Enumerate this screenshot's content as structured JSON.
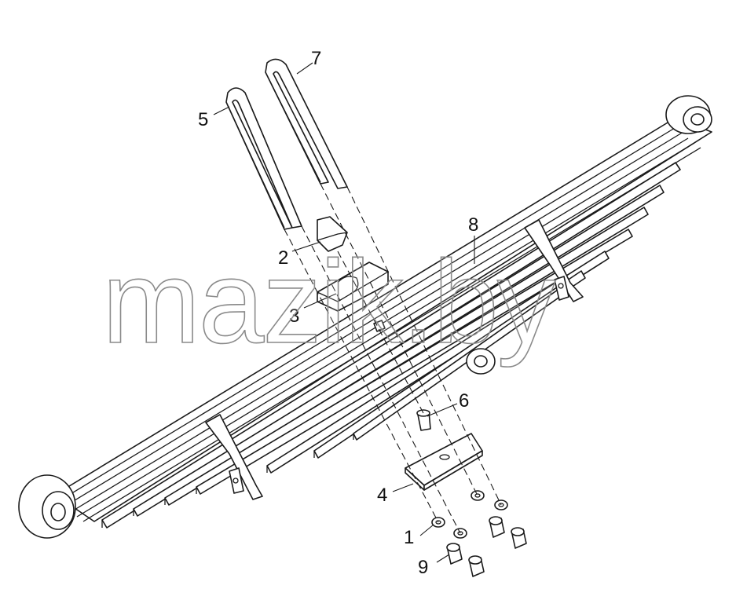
{
  "diagram": {
    "subject": "leaf spring assembly exploded view",
    "watermark": "mazik.by",
    "callouts": [
      {
        "id": "1",
        "label": "1"
      },
      {
        "id": "2",
        "label": "2"
      },
      {
        "id": "3",
        "label": "3"
      },
      {
        "id": "4",
        "label": "4"
      },
      {
        "id": "5",
        "label": "5"
      },
      {
        "id": "6",
        "label": "6"
      },
      {
        "id": "7",
        "label": "7"
      },
      {
        "id": "8",
        "label": "8"
      },
      {
        "id": "9",
        "label": "9"
      }
    ],
    "line_color": "#1a1a1a",
    "background": "#ffffff"
  }
}
